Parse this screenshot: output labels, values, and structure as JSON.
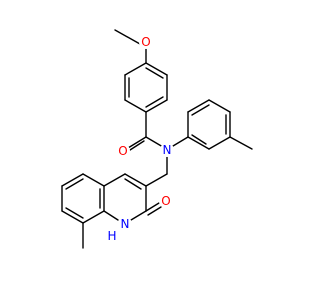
{
  "colors": {
    "bond": "#000000",
    "background": "#ffffff",
    "oxygen": "#ff0000",
    "nitrogen": "#0000ff"
  },
  "atom_labels": [
    {
      "name": "methoxy-oxygen-label",
      "text": "O",
      "element": "O"
    },
    {
      "name": "carbonyl-oxygen-label",
      "text": "O",
      "element": "O"
    },
    {
      "name": "amide-nitrogen-label",
      "text": "N",
      "element": "N"
    },
    {
      "name": "quinolinone-oxygen-label",
      "text": "O",
      "element": "O"
    },
    {
      "name": "ring-nitrogen-label",
      "text": "N",
      "element": "N"
    },
    {
      "name": "ring-nh-hydrogen-label",
      "text": "H",
      "element": "N"
    }
  ]
}
